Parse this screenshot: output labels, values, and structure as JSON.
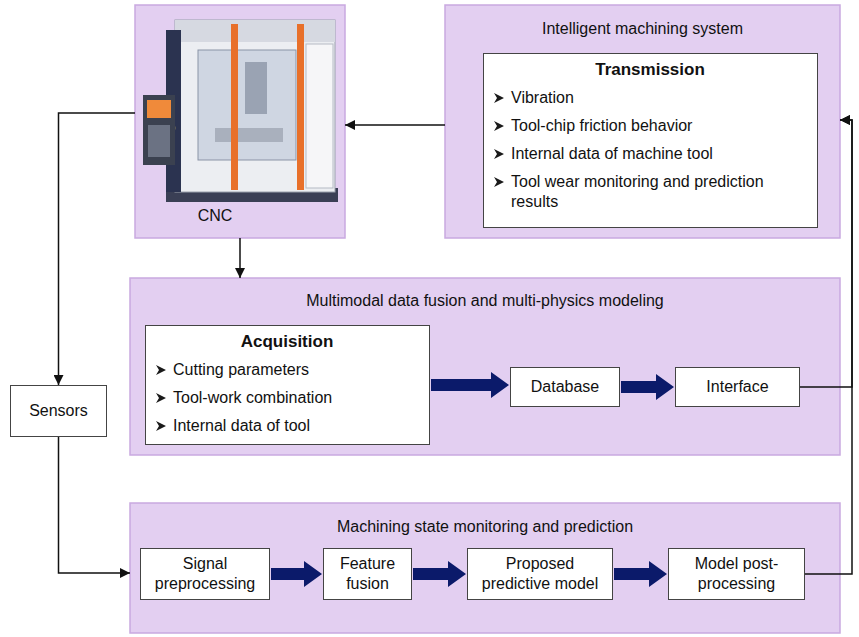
{
  "diagram": {
    "nodes": [
      {
        "text": [
          "CNC"
        ]
      },
      {
        "text": [
          "Intelligent machining system"
        ]
      },
      {
        "text": [
          "Transmission",
          "Vibration",
          "Tool-chip friction behavior",
          "Internal data of machine tool",
          "Tool wear monitoring and prediction results"
        ],
        "in": 1
      },
      {
        "text": [
          "Multimodal data fusion and multi-physics modeling"
        ]
      },
      {
        "text": [
          "Acquisition",
          "Cutting parameters",
          "Tool-work combination",
          "Internal data of tool"
        ],
        "in": 3
      },
      {
        "text": [
          "Database"
        ],
        "in": 3
      },
      {
        "text": [
          "Interface"
        ],
        "in": 3
      },
      {
        "text": [
          "Sensors"
        ]
      },
      {
        "text": [
          "Machining state monitoring and prediction"
        ]
      },
      {
        "text": [
          "Signal preprocessing"
        ],
        "in": 8
      },
      {
        "text": [
          "Feature fusion"
        ],
        "in": 8
      },
      {
        "text": [
          "Proposed predictive model"
        ],
        "in": 8
      },
      {
        "text": [
          "Model post-processing"
        ],
        "in": 8
      }
    ],
    "edges": [
      {
        "from": 1,
        "to": 0,
        "arrow": "to"
      },
      {
        "from": 0,
        "to": 3,
        "arrow": "to"
      },
      {
        "from": 0,
        "to": 7,
        "arrow": "to"
      },
      {
        "from": 7,
        "to": 8,
        "arrow": "to"
      },
      {
        "from": 4,
        "to": 5,
        "arrow": "to"
      },
      {
        "from": 5,
        "to": 6,
        "arrow": "to"
      },
      {
        "from": 9,
        "to": 10,
        "arrow": "to"
      },
      {
        "from": 10,
        "to": 11,
        "arrow": "to"
      },
      {
        "from": 11,
        "to": 12,
        "arrow": "to"
      },
      {
        "from": 6,
        "to": 1,
        "arrow": "to"
      },
      {
        "from": 12,
        "to": 1,
        "arrow": "to"
      }
    ]
  }
}
